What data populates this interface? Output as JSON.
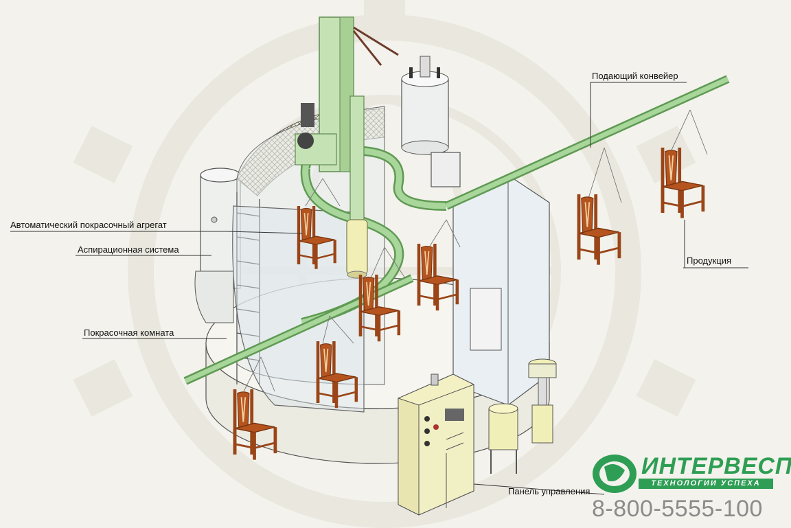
{
  "labels": {
    "feed_conveyor": "Подающий конвейер",
    "auto_paint_unit": "Автоматический покрасочный агрегат",
    "aspiration_system": "Аспирационная система",
    "products": "Продукция",
    "paint_room": "Покрасочная комната",
    "control_panel": "Панель управления"
  },
  "logo": {
    "name": "ИНТЕРВЕСП",
    "tagline": "ТЕХНОЛОГИИ УСПЕХА",
    "icon": "globe-logo-icon"
  },
  "phone": "8-800-5555-100",
  "colors": {
    "background": "#f3f2ec",
    "conveyor_green": "#9ccc8c",
    "chair_brown": "#b5541f",
    "panel_yellow": "#f1efc4",
    "brand_green": "#2e9e54",
    "phone_gray": "#8b8b8b"
  }
}
